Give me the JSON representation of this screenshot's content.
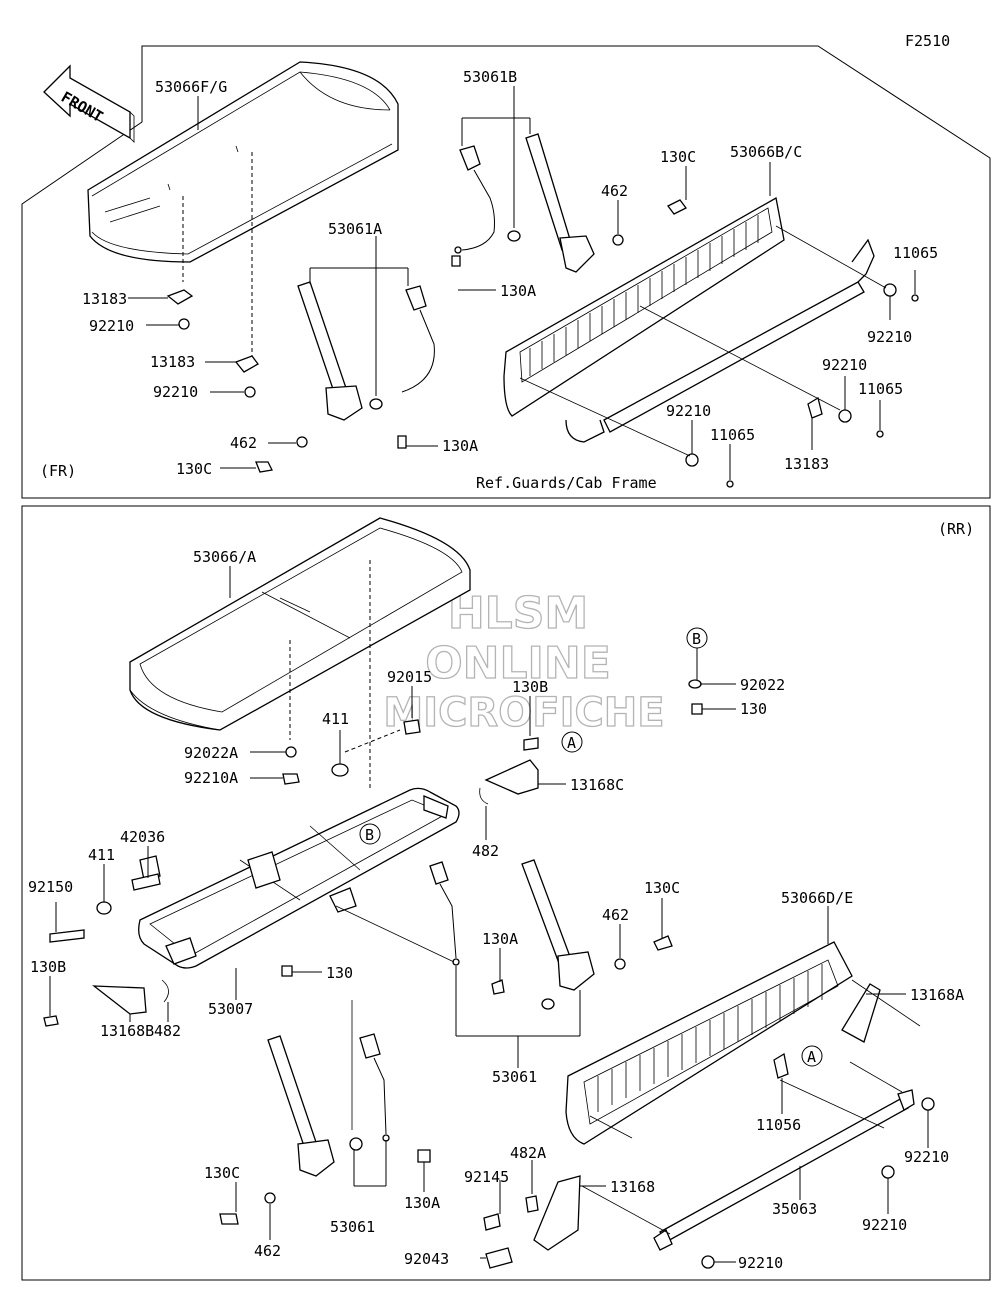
{
  "page_code": "F2510",
  "front_sign": "FRONT",
  "sections": {
    "front": "(FR)",
    "rear": "(RR)"
  },
  "watermark": [
    "HLSM",
    "ONLINE",
    "MICROFICHE"
  ],
  "reference_note": "Ref.Guards/Cab Frame",
  "callouts": {
    "a": "A",
    "b": "B"
  },
  "front_parts": [
    "53066F/G",
    "53061B",
    "130C",
    "53066B/C",
    "462",
    "11065",
    "53061A",
    "130A",
    "92210",
    "13183",
    "92210",
    "13183",
    "92210",
    "11065",
    "130A",
    "92210",
    "462",
    "11065",
    "130C",
    "13183",
    "92210"
  ],
  "rear_parts": [
    "53066/A",
    "92015",
    "130B",
    "92022",
    "130",
    "411",
    "92022A",
    "92210A",
    "13168C",
    "482",
    "42036",
    "411",
    "92150",
    "130C",
    "53066D/E",
    "462",
    "130A",
    "130B",
    "130",
    "13168A",
    "53007",
    "482",
    "13168B",
    "53061",
    "11056",
    "92210",
    "482A",
    "130C",
    "92145",
    "13168",
    "92210",
    "35063",
    "130A",
    "462",
    "53061",
    "92043",
    "92210"
  ],
  "colors": {
    "line": "#000000",
    "background": "#ffffff",
    "watermark_outline": "#b4b4b4"
  },
  "icons": [
    "front-arrow-icon",
    "seat-cushion-icon",
    "seat-back-icon",
    "seat-belt-icon",
    "seat-frame-icon",
    "bolt-icon",
    "nut-icon",
    "washer-icon"
  ]
}
